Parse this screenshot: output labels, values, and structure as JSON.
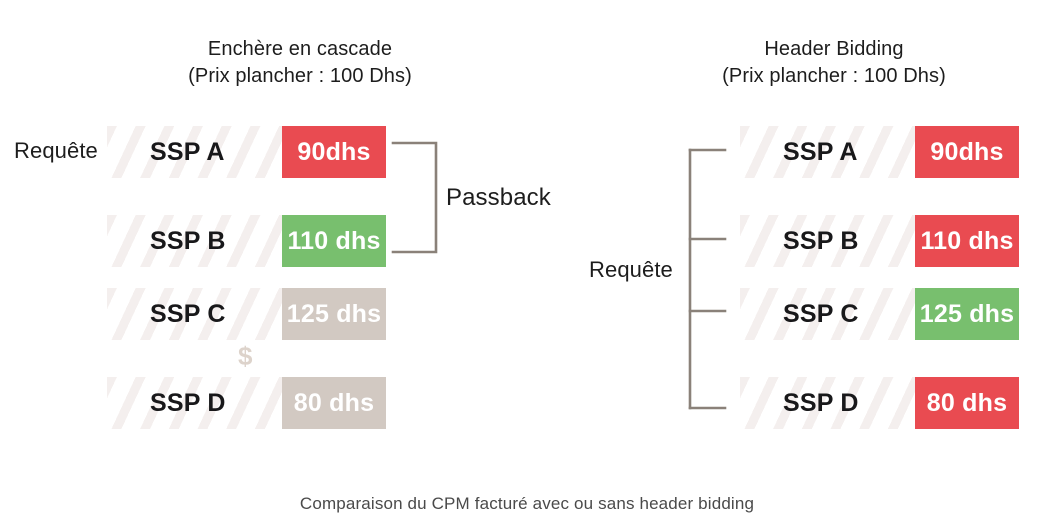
{
  "caption": "Comparaison du CPM facturé avec ou sans header bidding",
  "colors": {
    "red": "#e94b51",
    "green": "#78bf6e",
    "grey": "#d2c9c2",
    "stripe": "#f4efee",
    "bracket": "#8a8179",
    "text": "#1d1d1d",
    "dollar": "#ddd3cb"
  },
  "left_panel": {
    "title_line1": "Enchère en cascade",
    "title_line2": "(Prix plancher : 100 Dhs)",
    "request_label": "Requête",
    "passback_label": "Passback",
    "dollar_symbol": "$",
    "rows": [
      {
        "ssp": "SSP A",
        "price": "90dhs",
        "state": "red"
      },
      {
        "ssp": "SSP B",
        "price": "110 dhs",
        "state": "green"
      },
      {
        "ssp": "SSP C",
        "price": "125 dhs",
        "state": "grey"
      },
      {
        "ssp": "SSP D",
        "price": "80 dhs",
        "state": "grey"
      }
    ]
  },
  "right_panel": {
    "title_line1": "Header Bidding",
    "title_line2": "(Prix plancher : 100 Dhs)",
    "request_label": "Requête",
    "rows": [
      {
        "ssp": "SSP A",
        "price": "90dhs",
        "state": "red"
      },
      {
        "ssp": "SSP B",
        "price": "110 dhs",
        "state": "red"
      },
      {
        "ssp": "SSP C",
        "price": "125 dhs",
        "state": "green"
      },
      {
        "ssp": "SSP D",
        "price": "80 dhs",
        "state": "red"
      }
    ]
  }
}
